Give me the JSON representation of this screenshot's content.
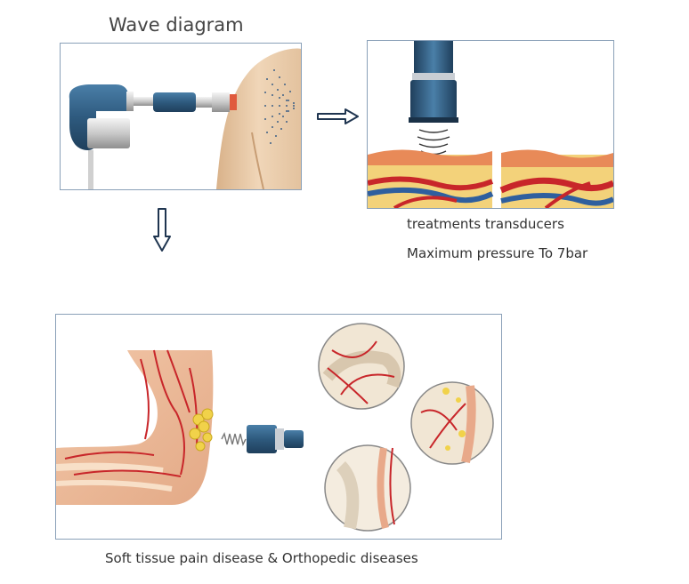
{
  "title": "Wave diagram",
  "captions": {
    "transducers": "treatments transducers",
    "pressure": "Maximum pressure To 7bar",
    "diseases": "Soft tissue pain disease & Orthopedic diseases"
  },
  "colors": {
    "device_blue": "#2e5a7e",
    "panel_border": "#8aa0b8",
    "skin": "#e8c9a6",
    "vessel_red": "#c8262a",
    "vessel_blue": "#2f5f9e"
  },
  "icons": {
    "arrow_right": "arrow-right-icon",
    "arrow_down": "arrow-down-icon"
  }
}
